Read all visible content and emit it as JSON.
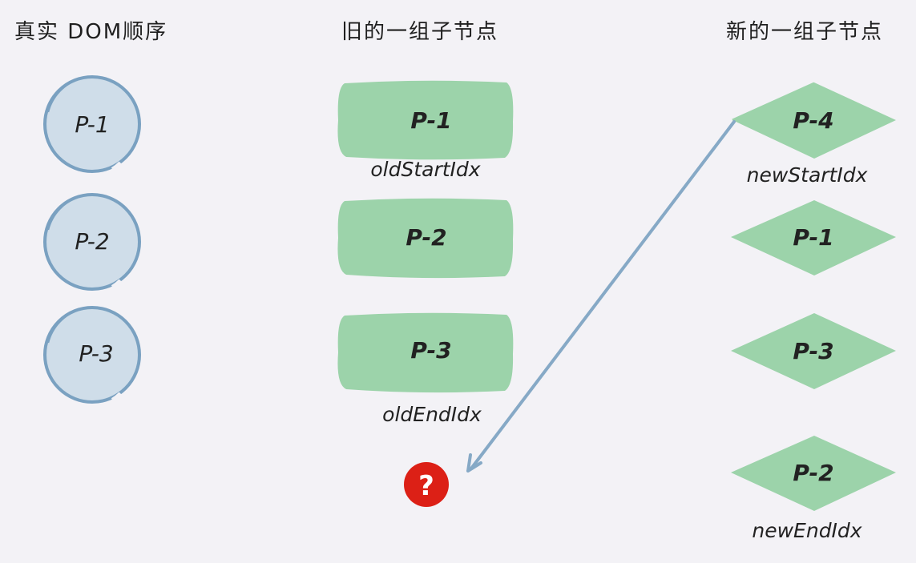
{
  "headings": {
    "real_dom": "真实 DOM顺序",
    "old_children": "旧的一组子节点",
    "new_children": "新的一组子节点"
  },
  "real_dom_nodes": [
    "P-1",
    "P-2",
    "P-3"
  ],
  "old_nodes": [
    "P-1",
    "P-2",
    "P-3"
  ],
  "new_nodes": [
    "P-4",
    "P-1",
    "P-3",
    "P-2"
  ],
  "pointers": {
    "old_start": "oldStartIdx",
    "old_end": "oldEndIdx",
    "new_start": "newStartIdx",
    "new_end": "newEndIdx"
  },
  "unknown_marker": "?",
  "colors": {
    "background": "#f3f2f6",
    "circle_fill": "#cfdde9",
    "circle_stroke": "#7aa1c1",
    "node_green": "#9cd3aa",
    "arrow": "#86a9c6",
    "question_red": "#dc2016"
  }
}
